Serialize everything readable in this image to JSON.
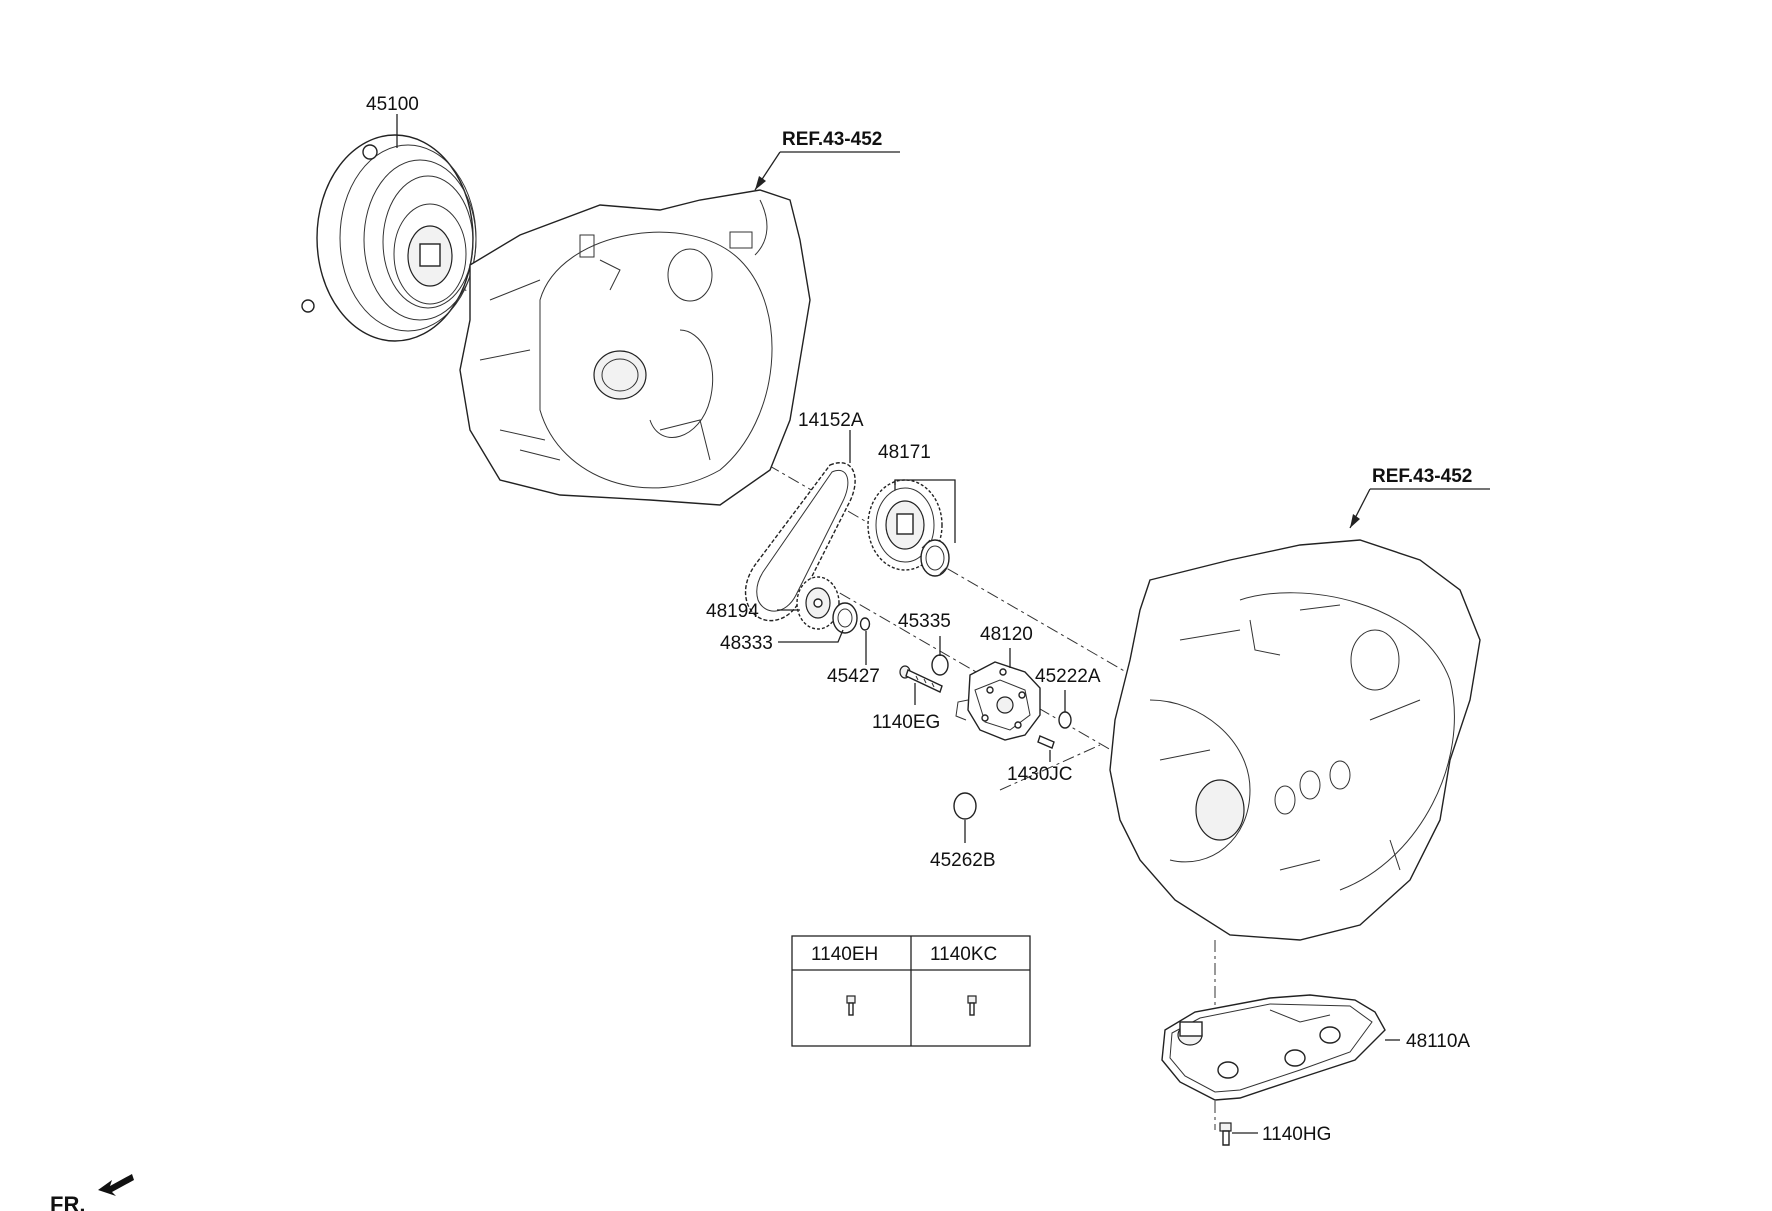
{
  "parts": {
    "p45100": "45100",
    "p14152A": "14152A",
    "p48171": "48171",
    "p48194": "48194",
    "p48333": "48333",
    "p45427": "45427",
    "p45335": "45335",
    "p48120": "48120",
    "p45222A": "45222A",
    "p1140EG": "1140EG",
    "p1430JC": "1430JC",
    "p45262B": "45262B",
    "p48110A": "48110A",
    "p1140HG": "1140HG"
  },
  "refs": {
    "upper": "REF.43-452",
    "lower": "REF.43-452"
  },
  "table": {
    "col1": "1140EH",
    "col2": "1140KC"
  },
  "direction_label": "FR."
}
